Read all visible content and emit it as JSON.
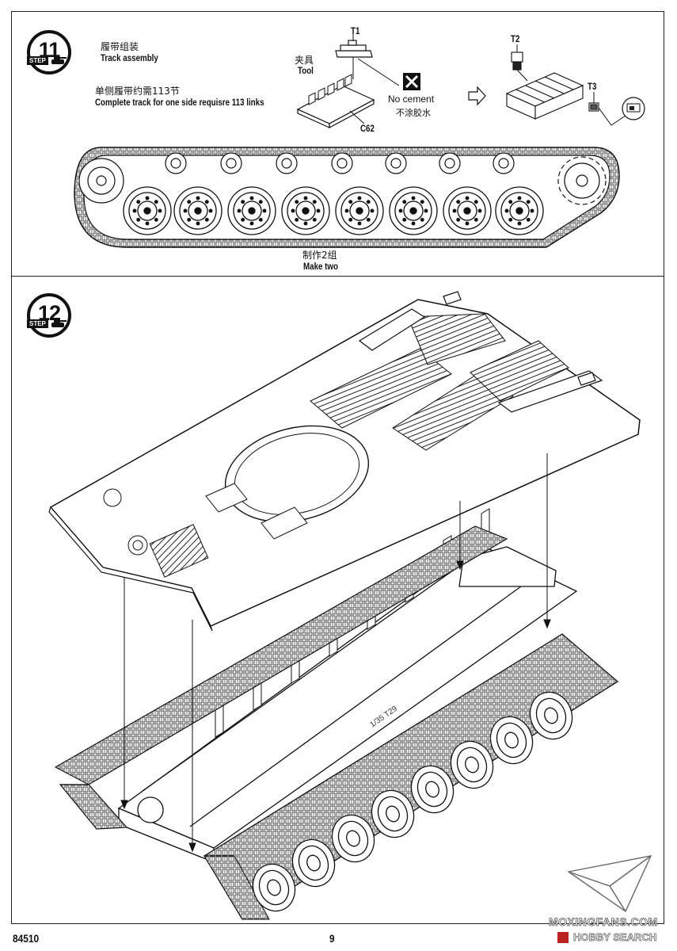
{
  "step11": {
    "number": "11",
    "step_label": "STEP",
    "title_cn": "履带组装",
    "title_en": "Track assembly",
    "req_cn": "单侧履带约需113节",
    "req_en": "Complete track for one side requisre 113 links",
    "tool_cn": "夹具",
    "tool_en": "Tool",
    "part_t1": "T1",
    "part_t2": "T2",
    "part_t3": "T3",
    "part_c62": "C62",
    "no_cement_en": "No cement",
    "no_cement_cn": "不涂胶水",
    "make_two_cn": "制作2组",
    "make_two_en": "Make two"
  },
  "step12": {
    "number": "12",
    "step_label": "STEP",
    "hull_marking": "1/35 T29"
  },
  "footer": {
    "kit_number": "84510",
    "page_number": "9",
    "watermark_site": "MOXINGFANS.COM",
    "watermark_brand": "HOBBY SEARCH"
  }
}
